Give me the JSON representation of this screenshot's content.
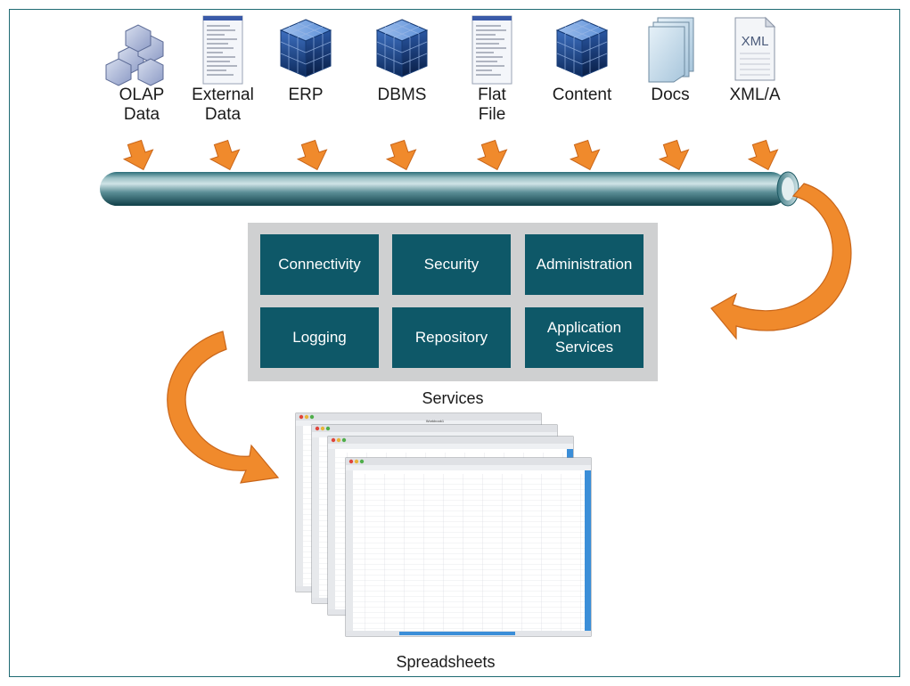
{
  "sources": [
    {
      "label": "OLAP\nData",
      "icon": "olap-cubes-icon"
    },
    {
      "label": "External\nData",
      "icon": "document-screen-icon"
    },
    {
      "label": "ERP",
      "icon": "data-cube-icon"
    },
    {
      "label": "DBMS",
      "icon": "data-cube-icon"
    },
    {
      "label": "Flat\nFile",
      "icon": "document-screen-icon"
    },
    {
      "label": "Content",
      "icon": "data-cube-icon"
    },
    {
      "label": "Docs",
      "icon": "document-stack-icon"
    },
    {
      "label": "XML/A",
      "icon": "xml-file-icon",
      "icon_text": "XML"
    }
  ],
  "services": {
    "caption": "Services",
    "items": [
      "Connectivity",
      "Security",
      "Administration",
      "Logging",
      "Repository",
      "Application\nServices"
    ]
  },
  "spreadsheets": {
    "caption": "Spreadsheets",
    "window_title": "Workbook1"
  },
  "colors": {
    "service_box": "#0e5868",
    "service_panel": "#cfd0d1",
    "arrow": "#f0882e",
    "pipe": "#1e5a64",
    "frame": "#1f6a73"
  }
}
